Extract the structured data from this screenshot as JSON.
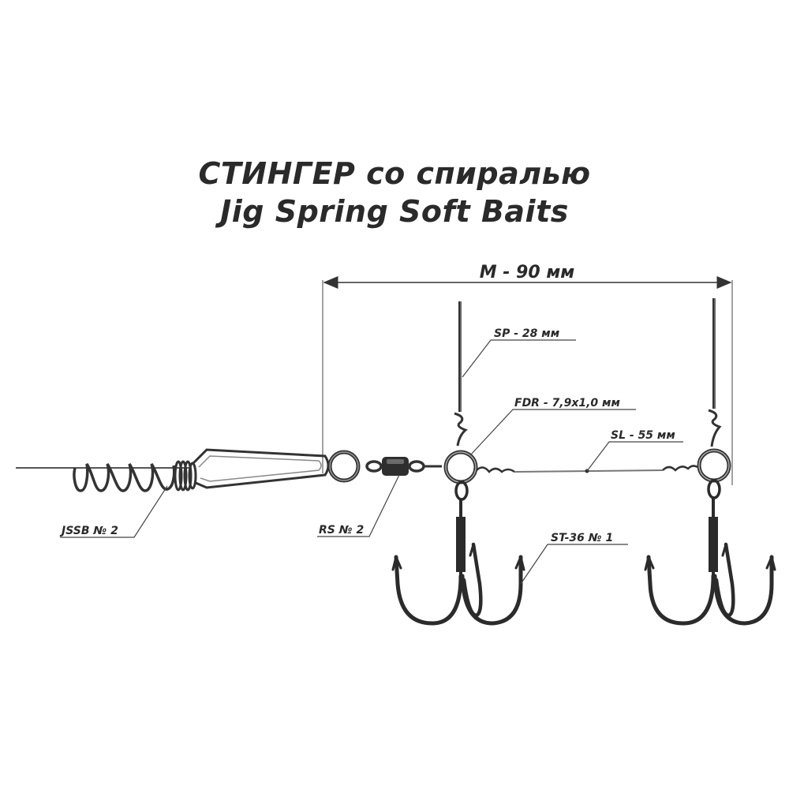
{
  "title": {
    "line1": "СТИНГЕР со спиралью",
    "line2": "Jig Spring Soft Baits"
  },
  "dimension": {
    "label": "M - 90 мм"
  },
  "parts": {
    "sp": "SP - 28 мм",
    "fdr": "FDR - 7,9x1,0 мм",
    "sl": "SL - 55 мм",
    "jssb": "JSSB № 2",
    "rs": "RS № 2",
    "st": "ST-36 № 1"
  },
  "colors": {
    "metal": "#3a3a3a",
    "text": "#2a2a2a",
    "background": "#ffffff"
  }
}
